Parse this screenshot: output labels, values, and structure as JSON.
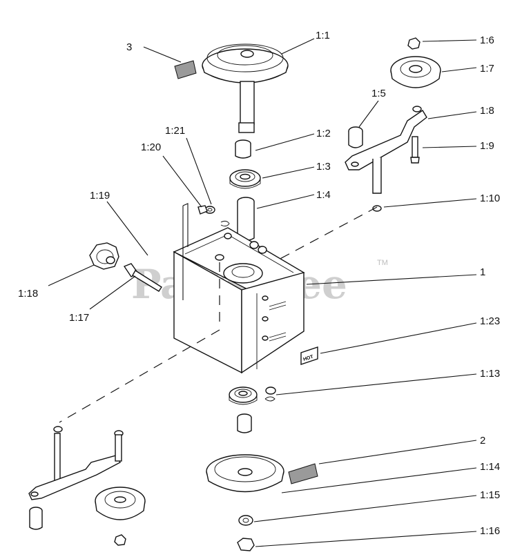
{
  "watermark": {
    "text": "PartsTree",
    "tm": "TM"
  },
  "callouts": [
    {
      "id": "3",
      "text": "3"
    },
    {
      "id": "1-1",
      "text": "1:1"
    },
    {
      "id": "1-6",
      "text": "1:6"
    },
    {
      "id": "1-7",
      "text": "1:7"
    },
    {
      "id": "1-5",
      "text": "1:5"
    },
    {
      "id": "1-8",
      "text": "1:8"
    },
    {
      "id": "1-21",
      "text": "1:21"
    },
    {
      "id": "1-2",
      "text": "1:2"
    },
    {
      "id": "1-20",
      "text": "1:20"
    },
    {
      "id": "1-9",
      "text": "1:9"
    },
    {
      "id": "1-3",
      "text": "1:3"
    },
    {
      "id": "1-19",
      "text": "1:19"
    },
    {
      "id": "1-4",
      "text": "1:4"
    },
    {
      "id": "1-10",
      "text": "1:10"
    },
    {
      "id": "1",
      "text": "1"
    },
    {
      "id": "1-18",
      "text": "1:18"
    },
    {
      "id": "1-17",
      "text": "1:17"
    },
    {
      "id": "1-23",
      "text": "1:23"
    },
    {
      "id": "1-13",
      "text": "1:13"
    },
    {
      "id": "2",
      "text": "2"
    },
    {
      "id": "1-14",
      "text": "1:14"
    },
    {
      "id": "1-15",
      "text": "1:15"
    },
    {
      "id": "1-16",
      "text": "1:16"
    }
  ],
  "decal_text": "HOT"
}
